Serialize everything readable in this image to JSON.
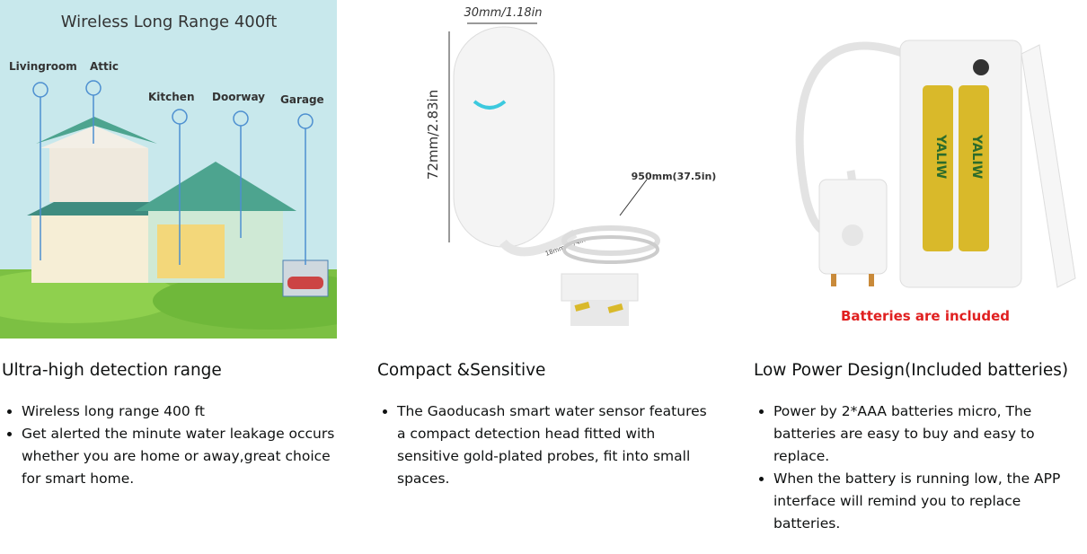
{
  "cards": [
    {
      "image": {
        "title": "Wireless Long Range 400ft",
        "rooms": [
          "Livingroom",
          "Attic",
          "Kitchen",
          "Doorway",
          "Garage"
        ]
      },
      "heading": "Ultra-high detection range",
      "bullets": [
        "Wireless long range 400 ft",
        "Get alerted the minute water leakage occurs whether you are home or away,great choice for smart home."
      ]
    },
    {
      "image": {
        "width_label": "30mm/1.18in",
        "height_label": "72mm/2.83in",
        "cable_label": "950mm(37.5in)",
        "short_label": "18mm/0.74in"
      },
      "heading": "Compact &Sensitive",
      "bullets": [
        "The Gaoducash smart water sensor features a compact detection head fitted with sensitive gold-plated probes, fit into small spaces."
      ]
    },
    {
      "image": {
        "caption": "Batteries are included",
        "battery_brand": "YALIW"
      },
      "heading": "Low Power Design(Included batteries)",
      "bullets": [
        "Power by 2*AAA batteries micro, The batteries are easy to buy and easy to replace.",
        "When the battery is running low, the APP interface will remind you to replace batteries."
      ]
    }
  ],
  "colors": {
    "caption_red": "#e02020",
    "sky": "#bfe3ea",
    "grass": "#7cc043",
    "gold": "#d9b92a"
  }
}
